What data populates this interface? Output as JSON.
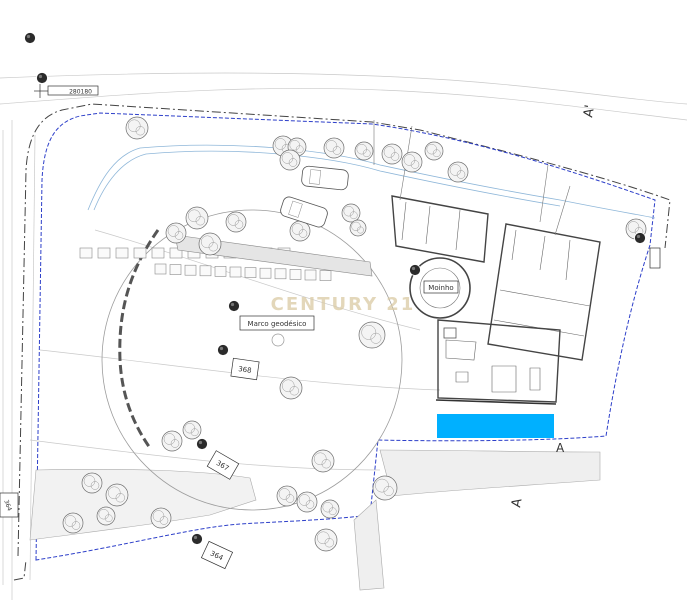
{
  "labels": {
    "top_ref": "280180",
    "moinho": "Moinho",
    "marco": "Marco geodésico",
    "elev_368": "368",
    "elev_367": "367",
    "elev_364": "364",
    "elev_left": "364",
    "section_a": "A",
    "section_a_prime": "A'",
    "watermark": "CENTURY 21"
  },
  "colors": {
    "pool": "#00b0ff",
    "boundary": "#2d3fc9",
    "watermark": "#d9c9a3",
    "marker": "#2b2b2b"
  },
  "icons": {
    "marker": "map-pin-icon",
    "tree": "tree-icon",
    "car": "car-icon"
  }
}
